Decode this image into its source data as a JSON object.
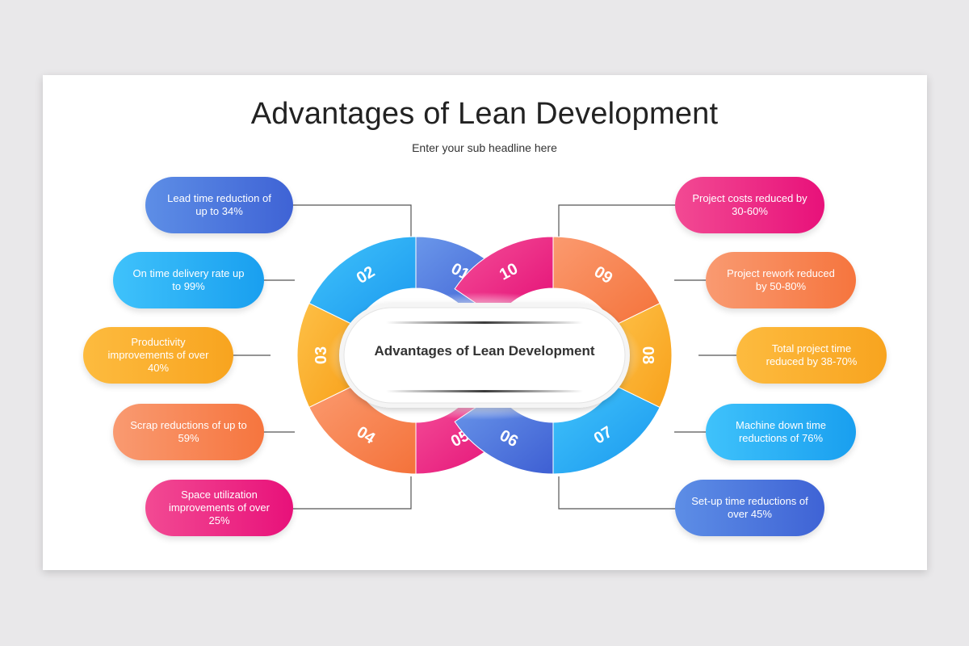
{
  "title": "Advantages of Lean Development",
  "subtitle": "Enter your sub headline here",
  "center": {
    "label": "Advantages of Lean Development"
  },
  "colors": {
    "pink": "#ec2e86",
    "orange": "#f8864f",
    "yellow": "#fcae2c",
    "blue": "#21aaf3",
    "indigo": "#4a78dd"
  },
  "segments": [
    {
      "id": "01",
      "text": "Lead time reduction of up to 34%"
    },
    {
      "id": "02",
      "text": "On time delivery rate up to 99%"
    },
    {
      "id": "03",
      "text": "Productivity improvements of over 40%"
    },
    {
      "id": "04",
      "text": "Scrap reductions of up to 59%"
    },
    {
      "id": "05",
      "text": "Space utilization improvements of over 25%"
    },
    {
      "id": "06",
      "text": "Set-up time reductions of over 45%"
    },
    {
      "id": "07",
      "text": "Machine down time reductions of 76%"
    },
    {
      "id": "08",
      "text": "Total project time reduced by 38-70%"
    },
    {
      "id": "09",
      "text": "Project rework reduced by 50-80%"
    },
    {
      "id": "10",
      "text": "Project costs reduced by 30-60%"
    }
  ]
}
